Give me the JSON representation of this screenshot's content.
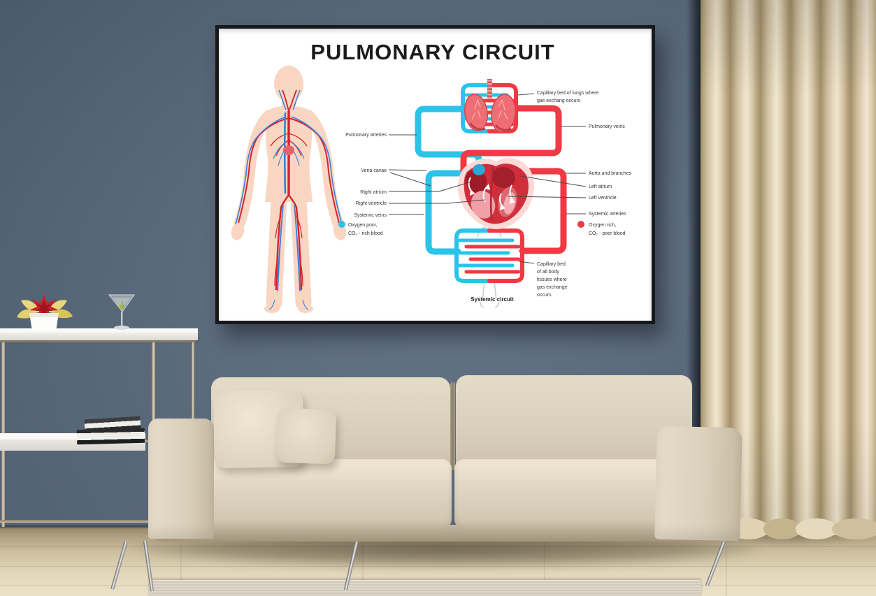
{
  "scene": {
    "wall_color": "#5b6b7e",
    "curtain_color": "#d9cbae",
    "sofa_color": "#ddd3c1",
    "floor_color": "#decfb0",
    "rug_color": "#d8d1c3",
    "poster_frame_color": "#17191c"
  },
  "poster": {
    "title": "PULMONARY CIRCUIT",
    "vein_color": "#2cc3e8",
    "artery_color": "#ee3a44",
    "left_labels": {
      "pulmonary_arteries": "Pulmonary arteries",
      "vena_cavae": "Vena cavae",
      "right_atrium": "Right atrium",
      "right_ventricle": "Right ventricle",
      "systemic_veins": "Systemic veins"
    },
    "right_labels": {
      "capillary_lungs_1": "Capillary bed of lungs where",
      "capillary_lungs_2": "gas exchang occurs",
      "pulmonary_veins": "Pulmonary veins",
      "aorta": "Aorta and branches",
      "left_atrium": "Left atrium",
      "left_ventricle": "Left ventricle",
      "systemic_arteries": "Systemic arteries"
    },
    "legend": {
      "poor_1": "Oxygen poor,",
      "poor_2": "CO₂ - rich blood",
      "rich_1": "Oxygen rich,",
      "rich_2": "CO₂ - poor blood"
    },
    "capillary_body": {
      "l1": "Capillary bed",
      "l2": "of all body",
      "l3": "tissues where",
      "l4": "gas exchange",
      "l5": "occurs"
    },
    "systemic_circuit": "Systemic circuit"
  }
}
